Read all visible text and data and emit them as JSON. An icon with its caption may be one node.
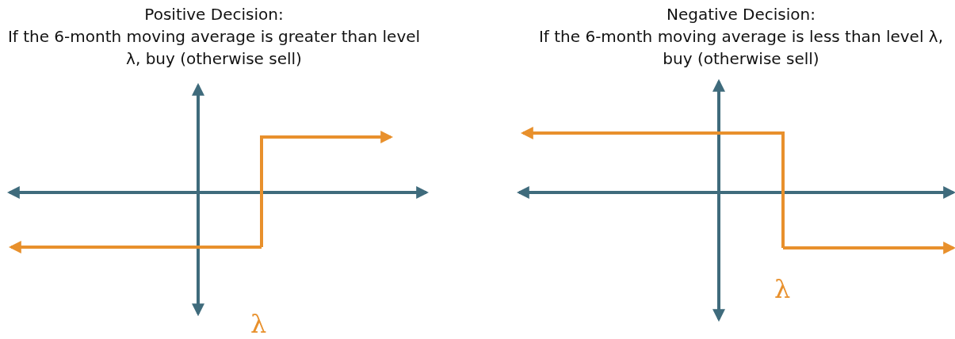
{
  "diagram": {
    "labels": [
      "Positive Decision:",
      "If the 6-month moving average is greater than level λ, buy (otherwise sell)",
      "λ",
      "Negative Decision:",
      "If the 6-month moving average is less than level λ, buy (otherwise sell)",
      "λ"
    ]
  }
}
